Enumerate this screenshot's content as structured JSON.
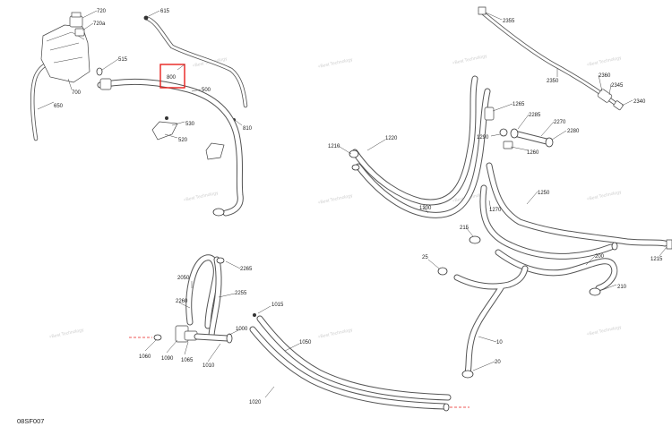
{
  "diagram_code": "08SF007",
  "watermark_text": "+Best Technology",
  "highlight_color": "#e8201c",
  "arrow_color": "#e8201c",
  "labels": [
    {
      "id": "720",
      "text": "720"
    },
    {
      "id": "720a",
      "text": "720a"
    },
    {
      "id": "615",
      "text": "615"
    },
    {
      "id": "515",
      "text": "515"
    },
    {
      "id": "800",
      "text": "800"
    },
    {
      "id": "500",
      "text": "500"
    },
    {
      "id": "700",
      "text": "700"
    },
    {
      "id": "650",
      "text": "650"
    },
    {
      "id": "530",
      "text": "530"
    },
    {
      "id": "520",
      "text": "520"
    },
    {
      "id": "810",
      "text": "810"
    },
    {
      "id": "2355",
      "text": "2355"
    },
    {
      "id": "2350",
      "text": "2350"
    },
    {
      "id": "2360",
      "text": "2360"
    },
    {
      "id": "2345",
      "text": "2345"
    },
    {
      "id": "2340",
      "text": "2340"
    },
    {
      "id": "1265",
      "text": "1265"
    },
    {
      "id": "2285",
      "text": "2285"
    },
    {
      "id": "2270",
      "text": "2270"
    },
    {
      "id": "1290",
      "text": "1290"
    },
    {
      "id": "2280",
      "text": "2280"
    },
    {
      "id": "1260",
      "text": "1260"
    },
    {
      "id": "1220",
      "text": "1220"
    },
    {
      "id": "1210",
      "text": "1210"
    },
    {
      "id": "1250",
      "text": "1250"
    },
    {
      "id": "1270",
      "text": "1270"
    },
    {
      "id": "1200",
      "text": "1200"
    },
    {
      "id": "215",
      "text": "215"
    },
    {
      "id": "1215",
      "text": "1215"
    },
    {
      "id": "25",
      "text": "25"
    },
    {
      "id": "200",
      "text": "200"
    },
    {
      "id": "210",
      "text": "210"
    },
    {
      "id": "10",
      "text": "10"
    },
    {
      "id": "20",
      "text": "20"
    },
    {
      "id": "2265",
      "text": "2265"
    },
    {
      "id": "2050",
      "text": "2050"
    },
    {
      "id": "2255",
      "text": "2255"
    },
    {
      "id": "2260",
      "text": "2260"
    },
    {
      "id": "1015",
      "text": "1015"
    },
    {
      "id": "1000",
      "text": "1000"
    },
    {
      "id": "1050",
      "text": "1050"
    },
    {
      "id": "1060",
      "text": "1060"
    },
    {
      "id": "1090",
      "text": "1090"
    },
    {
      "id": "1065",
      "text": "1065"
    },
    {
      "id": "1010",
      "text": "1010"
    },
    {
      "id": "1020",
      "text": "1020"
    }
  ]
}
